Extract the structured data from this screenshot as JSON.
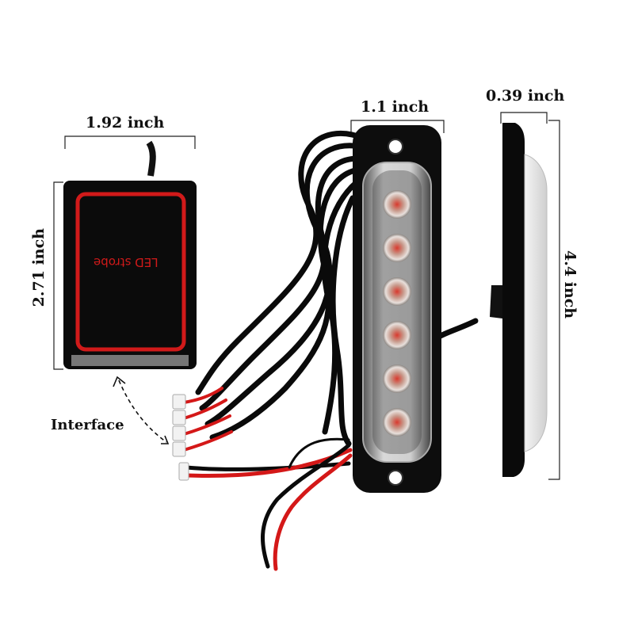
{
  "dimensions": {
    "controller_width": "1.92 inch",
    "controller_height": "2.71 inch",
    "light_width": "1.1 inch",
    "light_depth": "0.39 inch",
    "light_height": "4.4 inch"
  },
  "controller_text": "LED strobe",
  "interface_label": "Interface",
  "colors": {
    "housing": "#0b0b0b",
    "led_red": "#c01818",
    "wire_red": "#d41818",
    "frame_red": "#d11a1a"
  },
  "led_count": 6
}
